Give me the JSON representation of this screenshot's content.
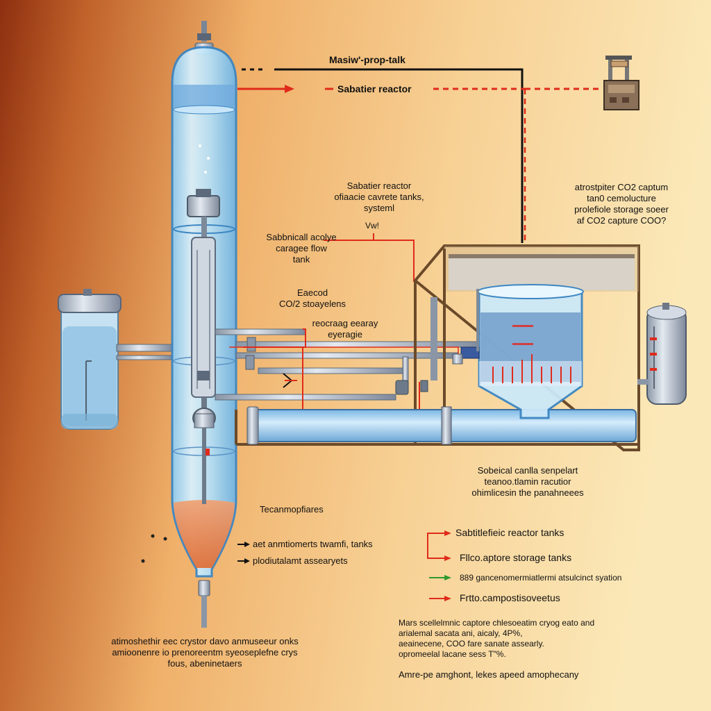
{
  "colors": {
    "background_left": "#9a3a12",
    "background_mid": "#f2b870",
    "background_right": "#fbe6b4",
    "column_glass": "#bfe3f7",
    "column_edge": "#3d86c2",
    "orange_sediment": "#e07a3c",
    "red_arrow": "#e02a1a",
    "green_arrow": "#2e9a2e",
    "pipe_blue": "#9ecbee",
    "frame_brown": "#6b4a2a"
  },
  "labels": {
    "top_header": "Masiw'-prop-talk",
    "sabatier_top": "Sabatier reactor",
    "sabatier_center_1": "Sabatier reactor",
    "sabatier_center_2": "ofiaacie cavrete tanks,",
    "sabatier_center_3": "systeml",
    "small_mark": "Vw!",
    "tank_flow_1": "Sabbnicall acolye",
    "tank_flow_2": "caragee flow",
    "tank_flow_3": "tank",
    "exceed_1": "Eaecod",
    "exceed_2": "CO/2 stoayelens",
    "storage_1": "reocraag eearay",
    "storage_2": "eyeragie",
    "co2_right_1": "atrostpiter CO2 captum",
    "co2_right_2": "tan0 cemolucture",
    "co2_right_3": "prolefiole storage soeer",
    "co2_right_4": "af CO2 capture COO?",
    "lower_right_1": "Sobeical canlla senpelart",
    "lower_right_2": "teanoo.tlamin racutior",
    "lower_right_3": "ohimlicesin the panahneees",
    "tecan": "Tecanmopfiares",
    "arrow_1": "aet anmtiomerts twamfi, tanks",
    "arrow_2": "plodiutalamt assearyets",
    "bottom_left_1": "atimoshethir eec crystor davo anmuseeur onks",
    "bottom_left_2": "amioonenre io prenoreentm syeoseplefne crys",
    "bottom_left_3": "fous, abeninetaers"
  },
  "legend": [
    {
      "label": "Sabtitlefieic reactor tanks",
      "arrow": "red"
    },
    {
      "label": "Fllco.aptore storage tanks",
      "arrow": "red"
    },
    {
      "label": "889 gancenomermiatlermi atsulcinct syation",
      "arrow": "green"
    },
    {
      "label": "Frtto.campostisoveetus",
      "arrow": "red"
    }
  ],
  "notes": {
    "line_1": "Mars scellelmnic captore chlesoeatim cryog eato and",
    "line_2": "arialemal sacata ani, aicaly, 4P%,",
    "line_3": "aeainecene, COO fare sanate assearly.",
    "line_4": "opromeelal lacane sess T\"%.",
    "footer": "Amre-pe amghont, lekes apeed amophecany"
  }
}
